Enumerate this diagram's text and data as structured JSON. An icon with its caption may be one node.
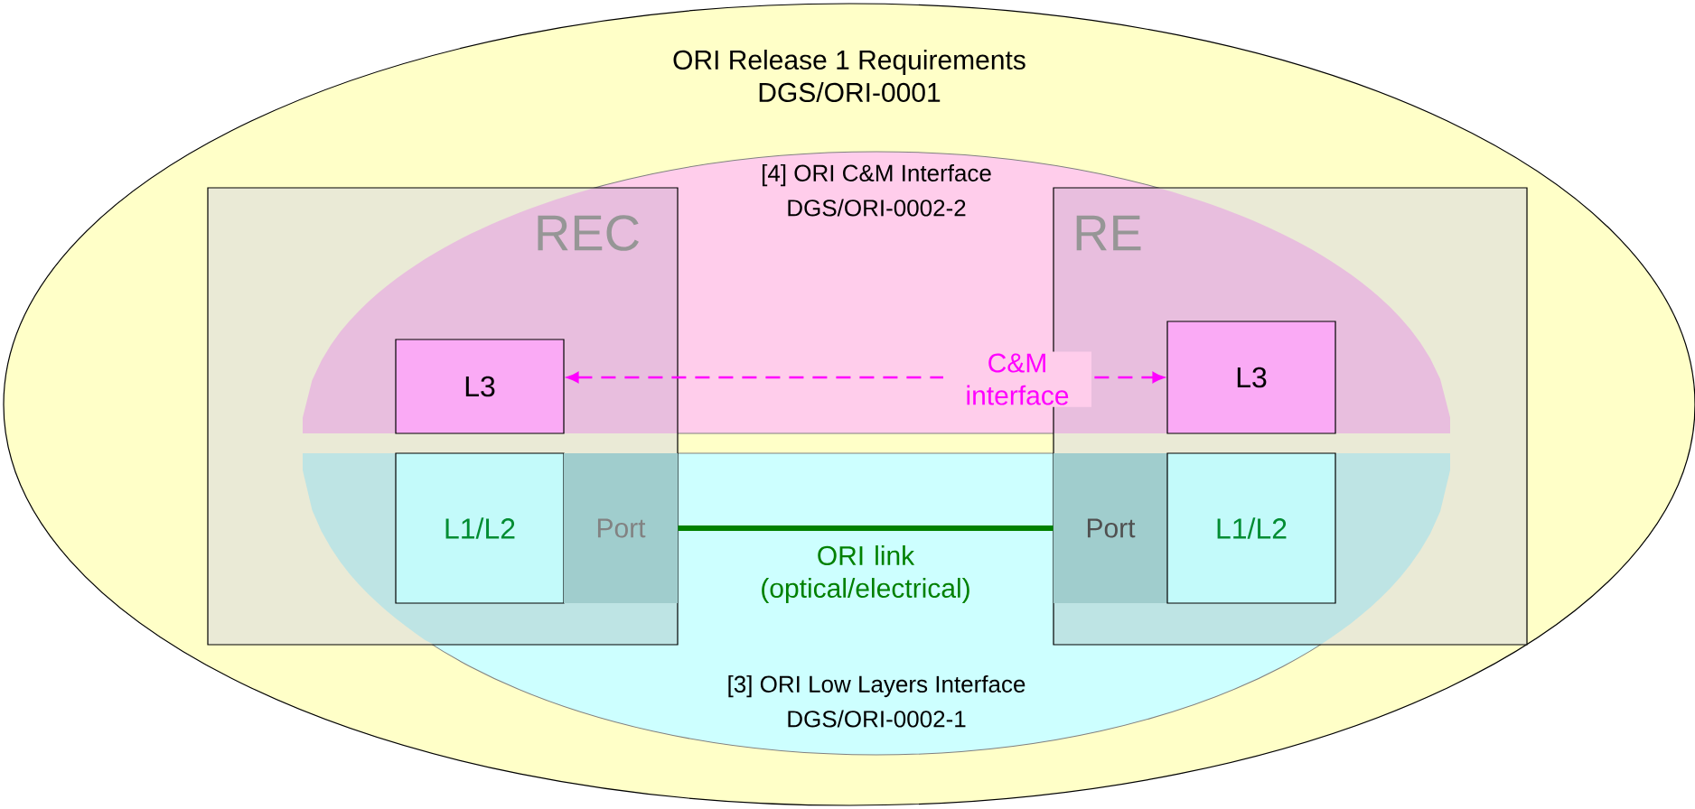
{
  "diagram": {
    "nodes": [
      {
        "text": [
          "ORI Release 1 Requirements",
          "DGS/ORI-0001"
        ]
      },
      {
        "text": [
          "REC"
        ],
        "in": 0
      },
      {
        "text": [
          "L3"
        ],
        "in": 1
      },
      {
        "text": [
          "L1/L2"
        ],
        "in": 1
      },
      {
        "text": [
          "Port"
        ],
        "in": 1
      },
      {
        "text": [
          "RE"
        ],
        "in": 0
      },
      {
        "text": [
          "Port"
        ],
        "in": 5
      },
      {
        "text": [
          "L3"
        ],
        "in": 5
      },
      {
        "text": [
          "L1/L2"
        ],
        "in": 5
      }
    ],
    "edges": [
      {
        "from": 2,
        "to": 7,
        "arrow": "both",
        "label": "C&M interface",
        "style": "dashed",
        "color": "#ff00ff"
      },
      {
        "from": 4,
        "to": 6,
        "arrow": "none",
        "label": "ORI link (optical/electrical)",
        "style": "thick",
        "color": "#008000"
      }
    ],
    "labels": [
      "[4]  ORI C&M Interface",
      "DGS/ORI-0002-2",
      "[3]   ORI Low Layers Interface",
      "DGS/ORI-0002-1"
    ]
  }
}
